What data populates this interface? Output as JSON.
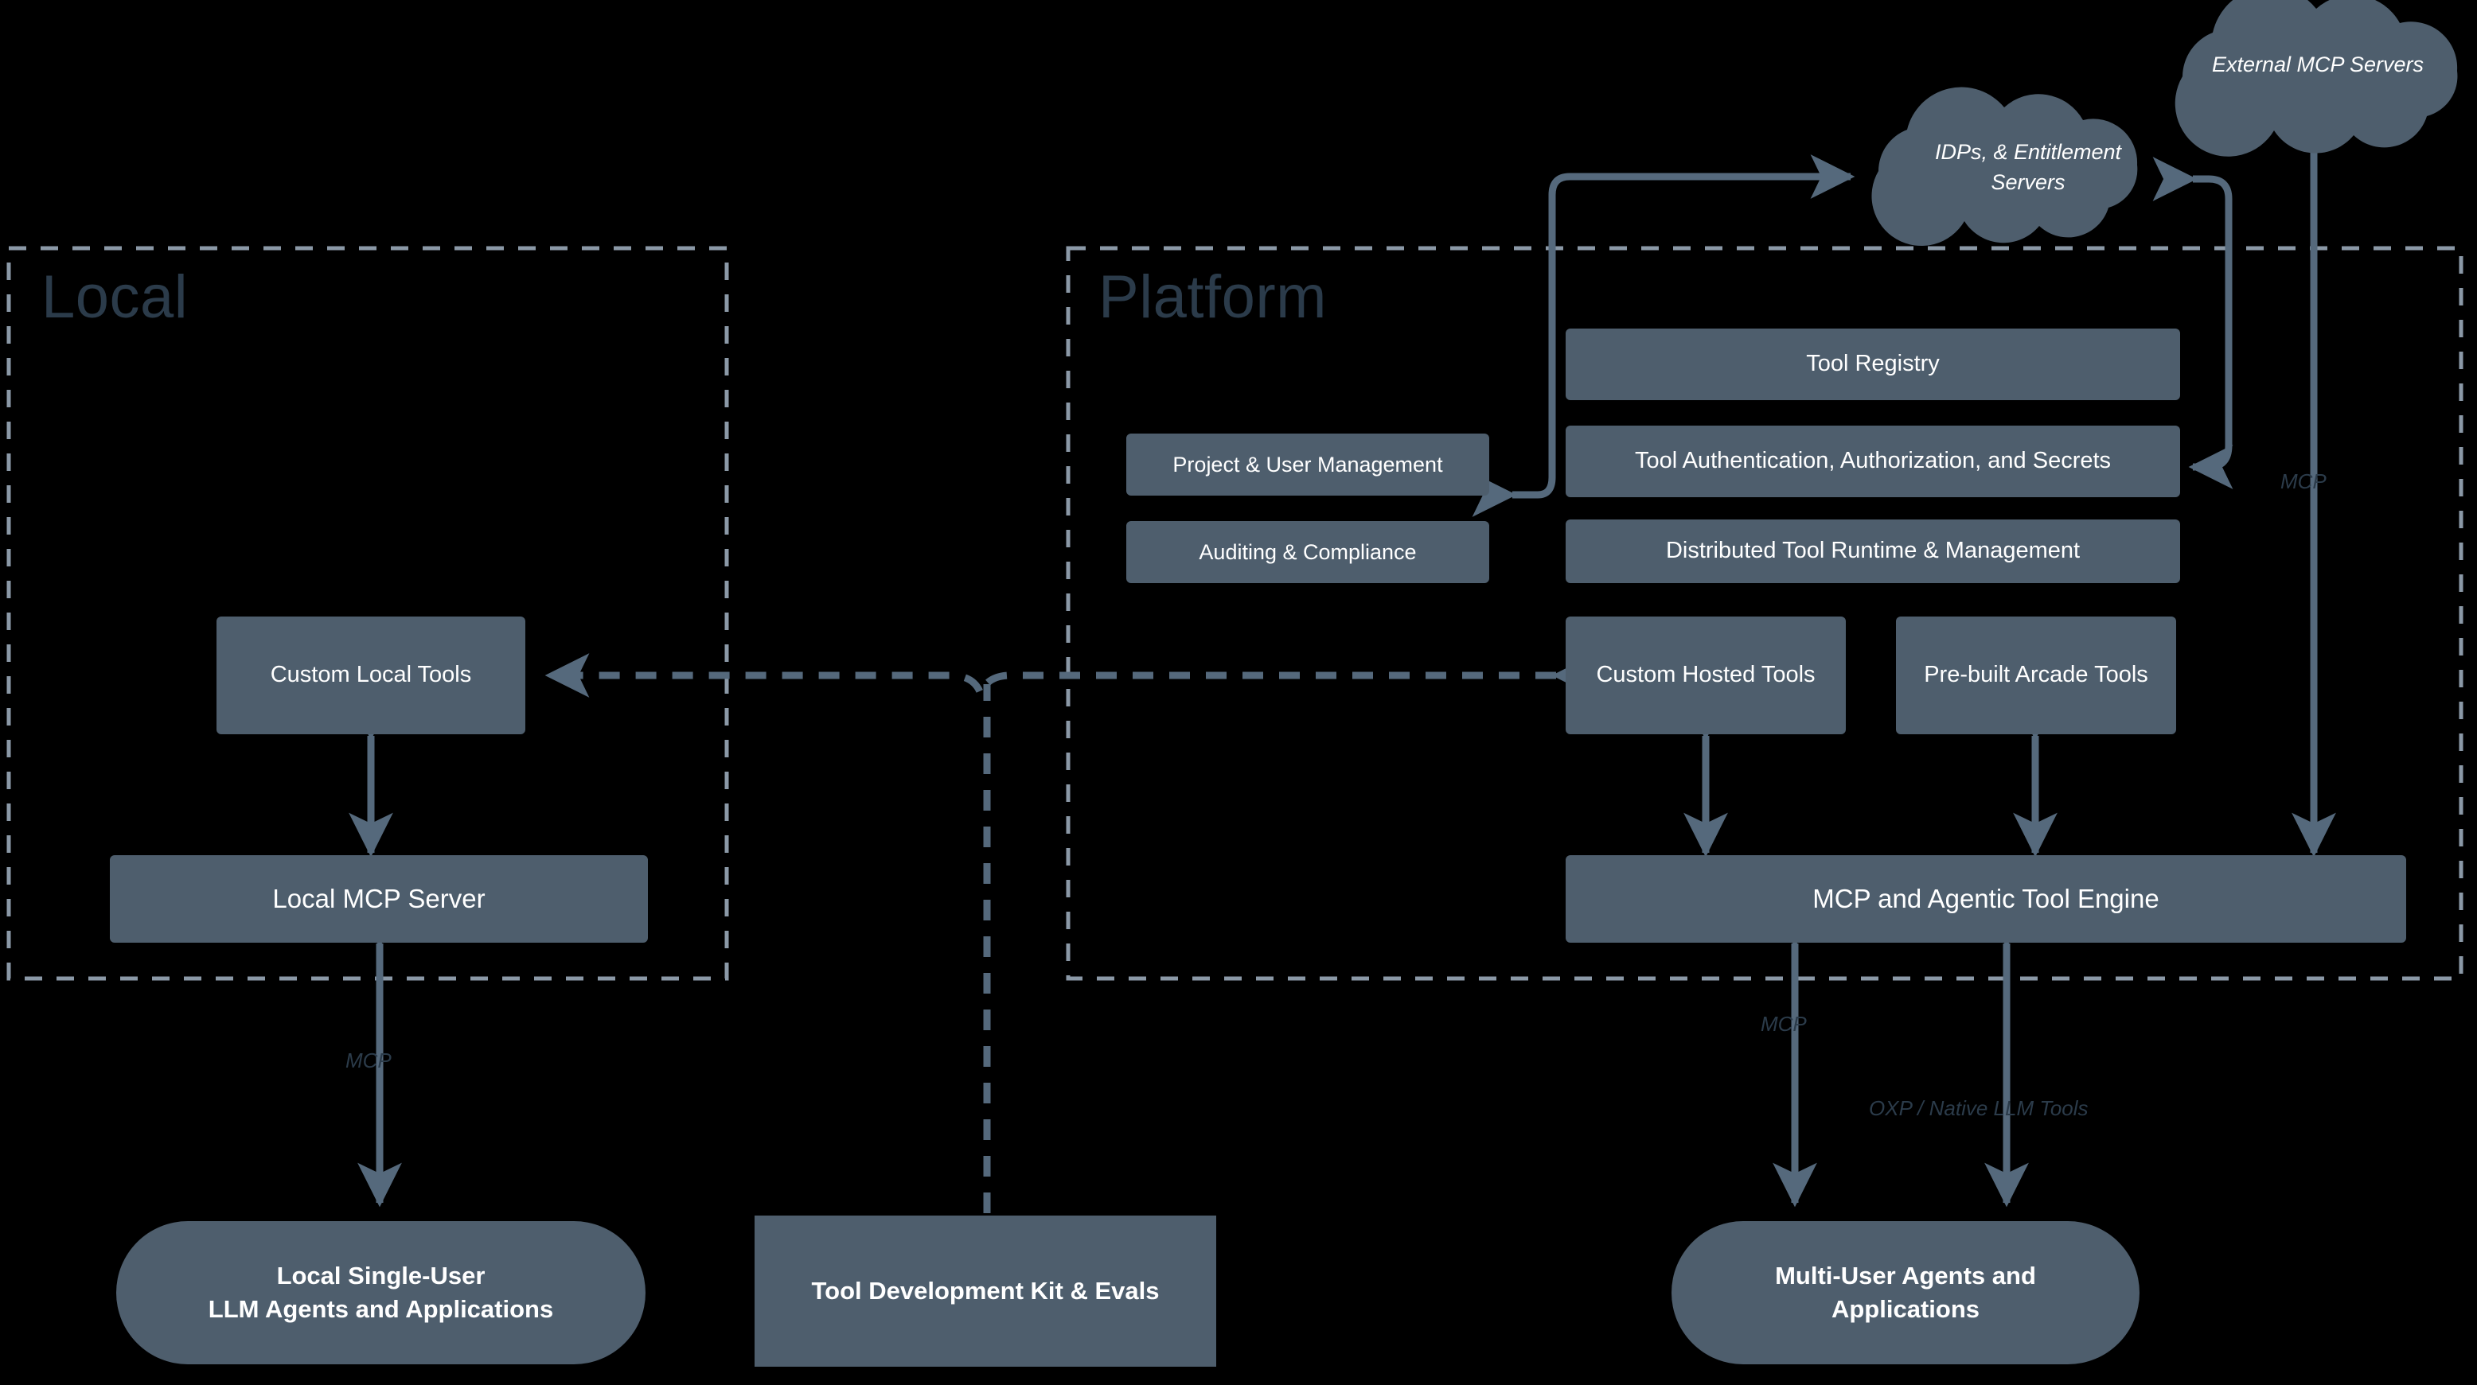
{
  "diagram": {
    "background_color": "#000000",
    "node_color": "#4e5e6d",
    "border_color": "#8b99a7",
    "title_color": "#2b3b4a",
    "label_color": "#2b3b4a",
    "connector_color": "#55697c"
  },
  "sections": {
    "local": {
      "title": "Local"
    },
    "platform": {
      "title": "Platform"
    }
  },
  "clouds": [
    {
      "id": "external-mcp-servers",
      "label": "External MCP Servers"
    },
    {
      "id": "idps-entitlement-servers",
      "label": "IDPs, & Entitlement\nServers"
    }
  ],
  "local_nodes": [
    {
      "id": "custom-local-tools",
      "label": "Custom Local Tools"
    },
    {
      "id": "local-mcp-server",
      "label": "Local MCP Server"
    }
  ],
  "platform_nodes": [
    {
      "id": "tool-registry",
      "label": "Tool Registry"
    },
    {
      "id": "project-user-management",
      "label": "Project & User Management"
    },
    {
      "id": "tool-auth",
      "label": "Tool Authentication, Authorization, and Secrets"
    },
    {
      "id": "auditing-compliance",
      "label": "Auditing & Compliance"
    },
    {
      "id": "distributed-tool-runtime",
      "label": "Distributed Tool Runtime & Management"
    },
    {
      "id": "custom-hosted-tools",
      "label": "Custom Hosted Tools"
    },
    {
      "id": "prebuilt-arcade-tools",
      "label": "Pre-built Arcade Tools"
    },
    {
      "id": "mcp-agentic-tool-engine",
      "label": "MCP and Agentic Tool Engine"
    }
  ],
  "consumer_nodes": [
    {
      "id": "local-single-user-apps",
      "label": "Local Single-User\nLLM Agents and Applications"
    },
    {
      "id": "tool-development-kit",
      "label": "Tool Development Kit & Evals"
    },
    {
      "id": "multi-user-apps",
      "label": "Multi-User Agents and\nApplications"
    }
  ],
  "edge_labels": [
    {
      "id": "mcp-local",
      "text": "MCP"
    },
    {
      "id": "mcp-platform",
      "text": "MCP"
    },
    {
      "id": "mcp-external",
      "text": "MCP"
    },
    {
      "id": "oxp-native",
      "text": "OXP / Native LLM Tools"
    }
  ]
}
